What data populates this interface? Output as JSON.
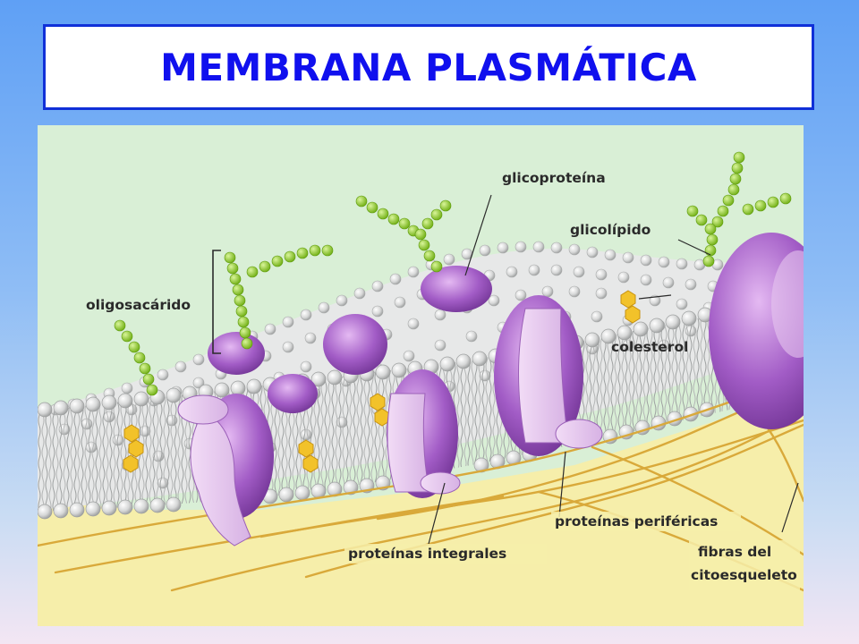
{
  "title": "MEMBRANA PLASMÁTICA",
  "labels": {
    "glicoproteina": "glicoproteína",
    "glicolipido": "glicolípido",
    "oligosacarido": "oligosacárido",
    "colesterol": "colesterol",
    "proteinas_perifericas": "proteínas periféricas",
    "proteinas_integrales": "proteínas integrales",
    "fibras_line1": "fibras del",
    "fibras_line2": "citoesqueleto"
  },
  "colors": {
    "title_text": "#1010ee",
    "title_border": "#1030d8",
    "background_top": "#5fa0f5",
    "extracellular": "#d9efd6",
    "cytoplasm": "#f6eeaa",
    "lipid_head": "#cfd0d0",
    "protein": "#a25cc6",
    "protein_light": "#e6c6ee",
    "oligosaccharide": "#8fcc2a",
    "cholesterol": "#f2c22a",
    "cytoskeleton_fiber": "#d9a93a"
  }
}
